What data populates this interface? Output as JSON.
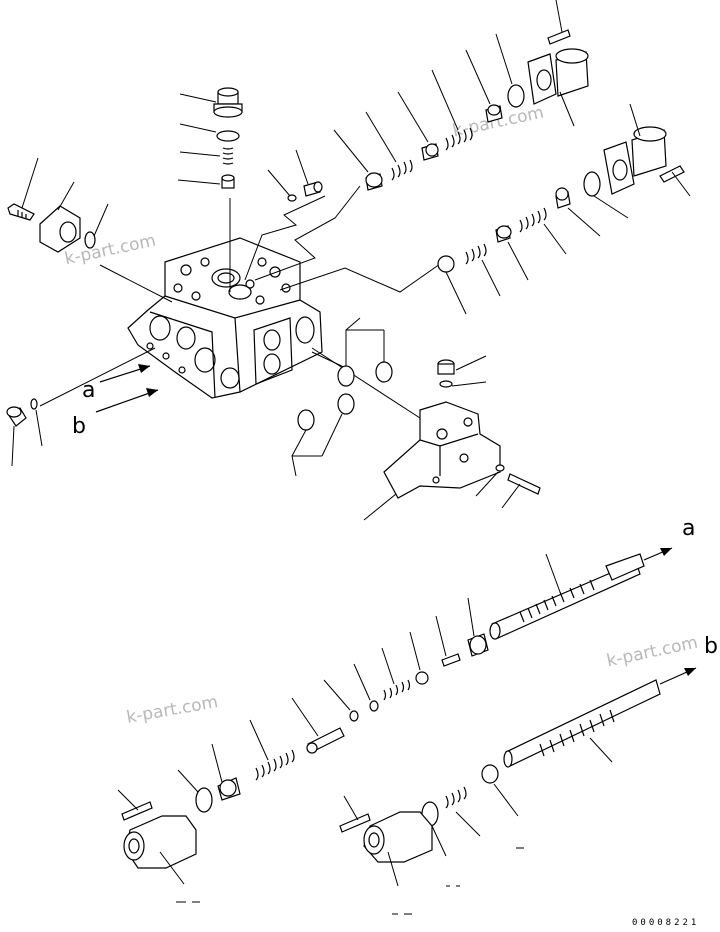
{
  "diagram": {
    "reference_letters": {
      "a": "a",
      "b": "b"
    },
    "watermarks": [
      "k-part.com",
      "k-part.com",
      "k-part.com",
      "k-part.com"
    ],
    "drawing_code": "00008221"
  }
}
